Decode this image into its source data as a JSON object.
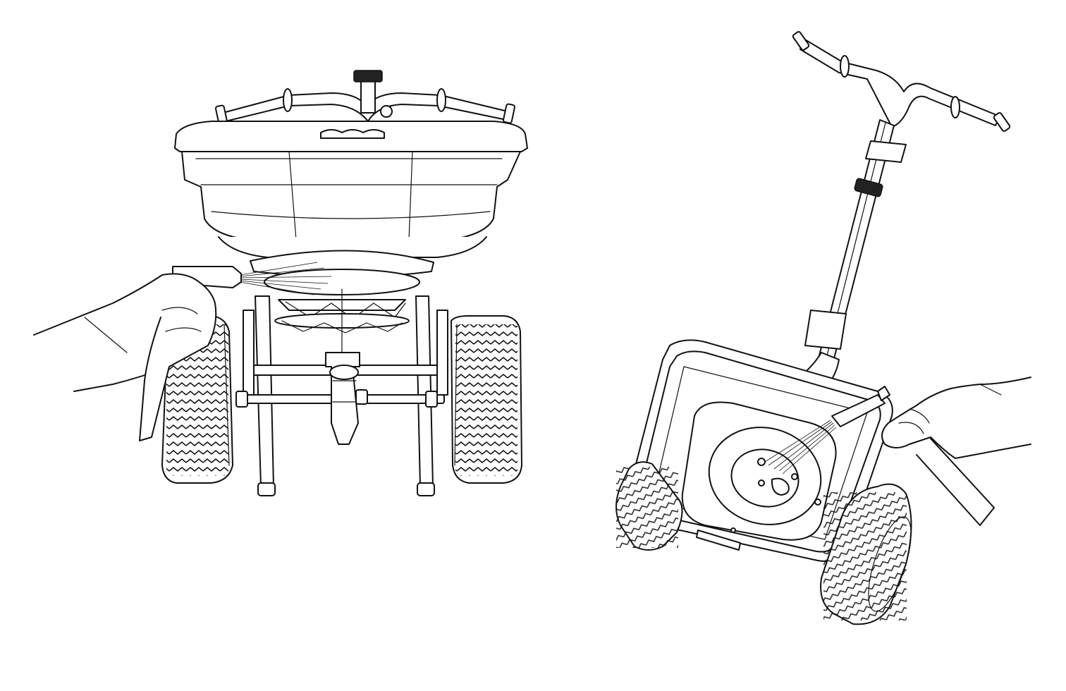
{
  "figure": {
    "panels": [
      {
        "id": "left",
        "view": "rear"
      },
      {
        "id": "right",
        "view": "tilted"
      }
    ],
    "colors": {
      "line": "#111111",
      "background": "#ffffff"
    }
  }
}
